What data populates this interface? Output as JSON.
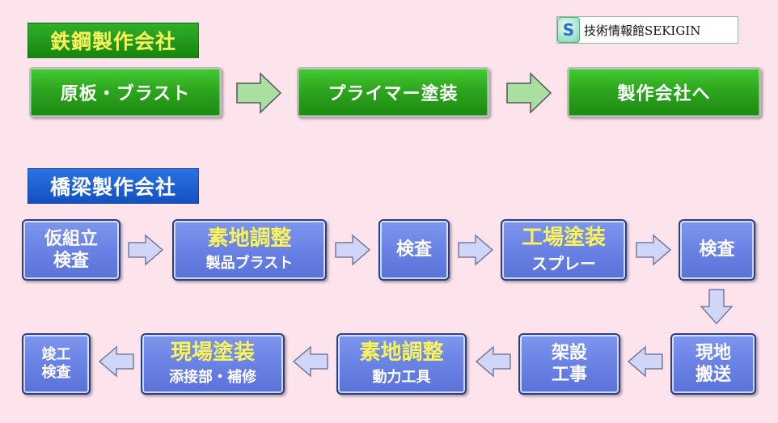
{
  "logo": {
    "mark": "S",
    "text": "技術情報館SEKIGIN"
  },
  "steel": {
    "title": "鉄鋼製作会社",
    "steps": [
      "原板・ブラスト",
      "プライマー塗装",
      "製作会社へ"
    ]
  },
  "bridge": {
    "title": "橋梁製作会社",
    "row1": [
      {
        "lines": [
          "仮組立",
          "検査"
        ]
      },
      {
        "main": "素地調整",
        "sub": "製品ブラスト"
      },
      {
        "lines": [
          "検査"
        ]
      },
      {
        "main": "工場塗装",
        "sub": "スプレー"
      },
      {
        "lines": [
          "検査"
        ]
      }
    ],
    "row2": [
      {
        "lines": [
          "現地",
          "搬送"
        ]
      },
      {
        "lines": [
          "架設",
          "工事"
        ]
      },
      {
        "main": "素地調整",
        "sub": "動力工具"
      },
      {
        "main": "現場塗装",
        "sub": "添接部・補修"
      },
      {
        "lines": [
          "竣工",
          "検査"
        ]
      }
    ]
  },
  "colors": {
    "background": "#fde3ec",
    "green_box": "#2ea61f",
    "blue_box": "#6a82e4",
    "highlight_text": "#fbf35a",
    "arrow_fill": "#cfd6f7"
  }
}
